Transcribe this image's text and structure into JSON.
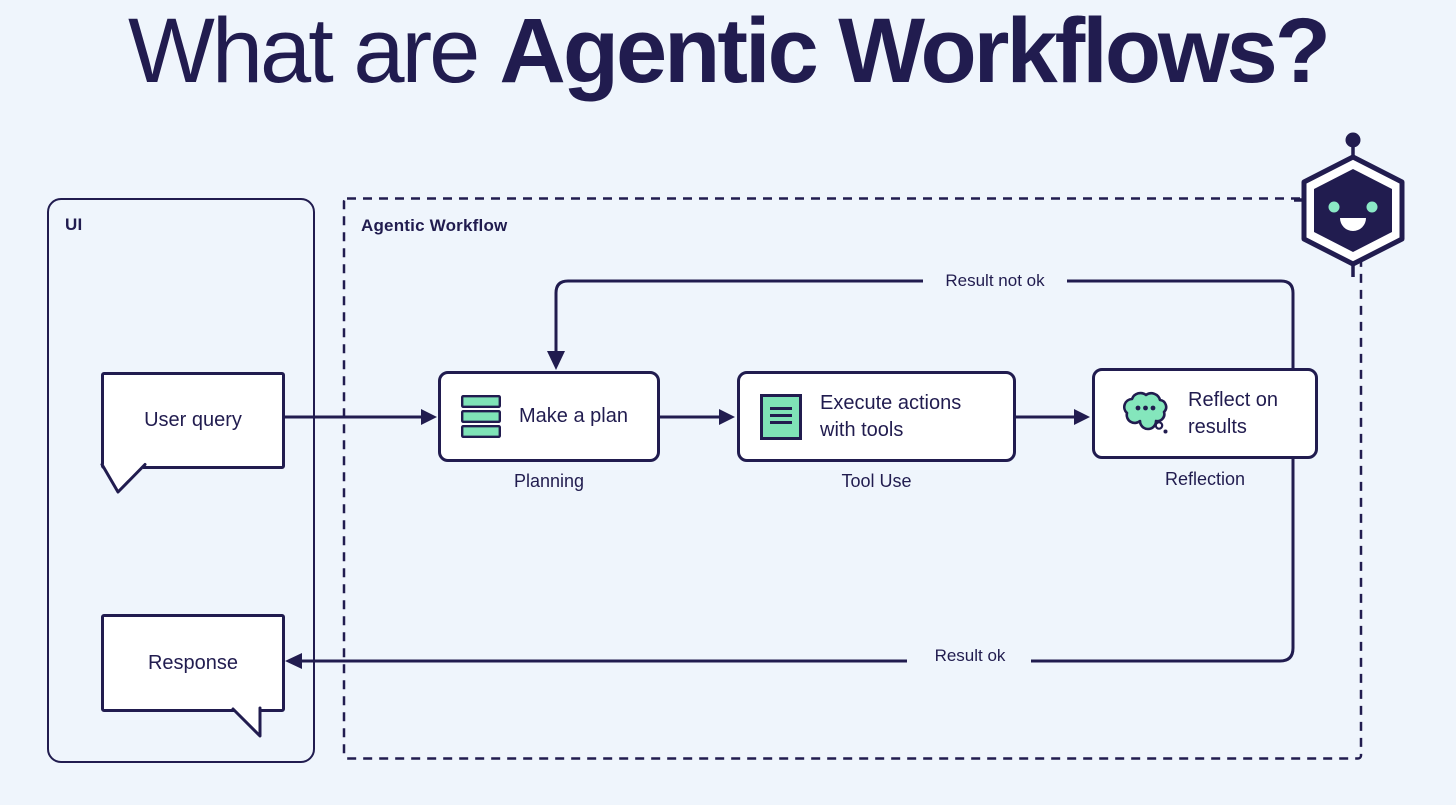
{
  "title": {
    "prefix": "What are",
    "emphasis": "Agentic Workflows?"
  },
  "colors": {
    "background": "#EFF5FC",
    "ink": "#211C4F",
    "mint": "#7FE3B7",
    "mint_light": "#8BE9C6",
    "box_fill": "#FFFFFF"
  },
  "ui_panel": {
    "label": "UI",
    "user_query": "User query",
    "response": "Response"
  },
  "workflow": {
    "label": "Agentic Workflow",
    "planning": {
      "box_label": "Make a plan",
      "caption": "Planning"
    },
    "tool_use": {
      "box_label": "Execute actions with tools",
      "caption": "Tool Use"
    },
    "reflection": {
      "box_label": "Reflect on results",
      "caption": "Reflection"
    },
    "loop_label": "Result not ok",
    "ok_label": "Result ok"
  }
}
